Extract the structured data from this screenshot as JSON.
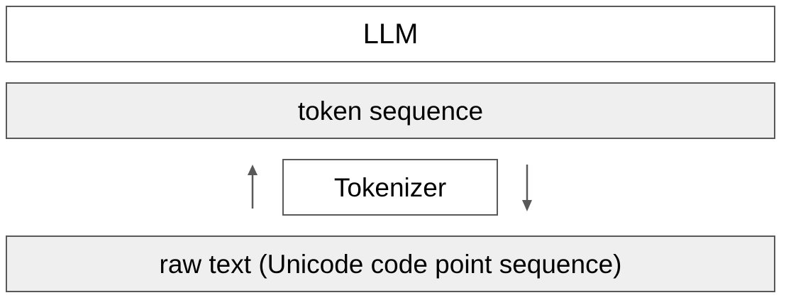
{
  "diagram": {
    "llm_label": "LLM",
    "token_sequence_label": "token sequence",
    "tokenizer_label": "Tokenizer",
    "raw_text_label": "raw text (Unicode code point sequence)"
  },
  "colors": {
    "border": "#595959",
    "light_fill": "#efefef",
    "white_fill": "#ffffff",
    "arrow": "#595959"
  },
  "icons": {
    "left_arrow": "arrow-up-icon",
    "right_arrow": "arrow-down-icon"
  }
}
